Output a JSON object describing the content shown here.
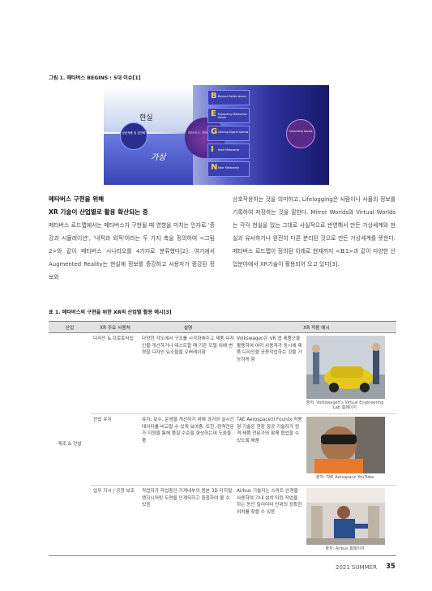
{
  "figure": {
    "caption": "그림 1. 메타버스 BEGINS : 5대 이슈[1]",
    "label_real": "현실",
    "label_virtual": "가상",
    "circle_left": "상호작용 및 공진화",
    "circle_center": "메타버스 (Metaverse)",
    "circle_right": "Surprising Issues",
    "rows": [
      {
        "letter": "B",
        "text": "Beyond Series Issues"
      },
      {
        "letter": "E",
        "text": "Expanding Metaverse Series"
      },
      {
        "letter": "G",
        "text": "Gaming Digital Games"
      },
      {
        "letter": "I",
        "text": "Itself Metaverse"
      },
      {
        "letter": "N",
        "text": "Next Metaverse"
      }
    ]
  },
  "body": {
    "heading1": "메타버스 구현을 위해",
    "heading2": "XR 기술이 산업별로 활용 확산되는 중",
    "left_text": "메타버스 로드맵에서는 메타버스가 구현될 때 영향을 미치는 인자로 '증강과 시뮬레이션', '내적과 외적'이라는 두 가지 축을 정의하여 <그림2>와 같이 메타버스 시나리오를 4가지로 분류했다[2]. 여기에서 Augmented Reality는 현실에 정보를 증강하고 사용자가 증강된 정보와",
    "right_text": "상호작용하는 것을 의미하고, Lifelogging은 사람이나 사물의 정보를 기록하여 저장하는 것을 말한다. Mirror Worlds와 Virtual Worlds는 각각 현실을 있는 그대로 사실적으로 반영해서 만든 가상세계와 현실과 유사하거나 완전히 다른 분리된 것으로 만든 가상세계를 뜻한다. 메타버스 로드맵이 정의된 이래로 현재까지 <표1>과 같이 다양한 산업분야에서 XR기술이 활용되어 오고 있다[3]."
  },
  "table": {
    "title": "표 1. 메타버스의 구현을 위한 XR의 산업별 활용 예시[3]",
    "headers": [
      "산업",
      "XR 주요 사용처",
      "설명",
      "XR 적용 예시"
    ],
    "industry": "제조 & 건설",
    "rows": [
      {
        "use": "디자인 & 프로토타입",
        "desc": "다양한 각도에서 구조를 시각화해주고 제품 디자인을 개선하거나 테스트할 때 기존 모델 위에 변경할 디자인 요소들을 오버레이함",
        "example": "Volkswagen은 VR 앱 제품군을 활용하여 여러 사용자가 동시에 제품 디자인을 공동작업하는 것을 가능하게 함",
        "source": "출처: Volkswagen's Virtual Engineering Lab 홈페이지"
      },
      {
        "use": "산업 유지",
        "desc": "유지, 보수, 운영을 개선하기 위해 과거와 실시간 데이터를 비교할 수 있게 보여줌. 또한, 원격전문가 지원을 통해 품질 수준을 향상하는데 도움을 줌",
        "example": "TAE Aerospace의 Fountx 작용형 기술은 현장 항공 기술자가 원격 제품 전문가와 함께 협업할 수 있도록 해줌",
        "source": "출처: TAE Aerospace YouTube"
      },
      {
        "use": "업무 지시 / 공정 보조",
        "desc": "작업자가 작업중인 기계내부의 원본 3D 디지털 엔지니어링 도면을 인계되하고 중첩하여 볼 수 있음",
        "example": "Airbus 기술자는 스마트 안경을 사용하여 기내 설치 마킹 작업을 하는 동안 밀리미터 단위의 정확한 위치를 찾을 수 있음",
        "source": "출처: Airbus 홈페이지"
      }
    ]
  },
  "footer": {
    "issue": "2021 SUMMER",
    "page": "35"
  },
  "colors": {
    "figure_bg": "#1a1c6e",
    "table_header_bg": "#e2e2e2",
    "accent_yellow": "#ffd24a"
  }
}
